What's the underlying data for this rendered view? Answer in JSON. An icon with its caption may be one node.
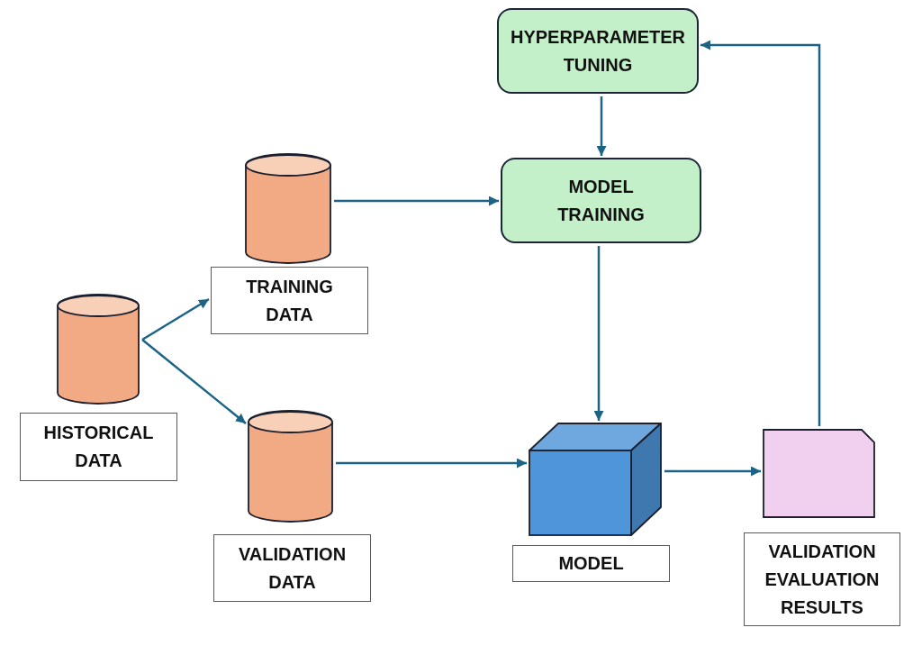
{
  "diagram": {
    "nodes": [
      {
        "text": [],
        "shape": "cylinder"
      },
      {
        "text": [
          "HISTORICAL DATA"
        ]
      },
      {
        "text": [],
        "shape": "cylinder"
      },
      {
        "text": [
          "TRAINING DATA"
        ]
      },
      {
        "text": [],
        "shape": "cylinder"
      },
      {
        "text": [
          "VALIDATION DATA"
        ]
      },
      {
        "text": [
          "HYPERPARAMETER TUNING"
        ]
      },
      {
        "text": [
          "MODEL TRAINING"
        ]
      },
      {
        "text": [],
        "shape": "cube"
      },
      {
        "text": [
          "MODEL"
        ]
      },
      {
        "text": [],
        "shape": "document"
      },
      {
        "text": [
          "VALIDATION EVALUATION RESULTS"
        ]
      }
    ],
    "edges": [
      {
        "from": 0,
        "to": 3,
        "arrow": "to"
      },
      {
        "from": 0,
        "to": 4,
        "arrow": "to"
      },
      {
        "from": 2,
        "to": 7,
        "arrow": "to"
      },
      {
        "from": 4,
        "to": 8,
        "arrow": "to"
      },
      {
        "from": 6,
        "to": 7,
        "arrow": "to"
      },
      {
        "from": 7,
        "to": 8,
        "arrow": "to"
      },
      {
        "from": 8,
        "to": 10,
        "arrow": "to"
      },
      {
        "from": 10,
        "to": 6,
        "arrow": "to"
      }
    ]
  }
}
